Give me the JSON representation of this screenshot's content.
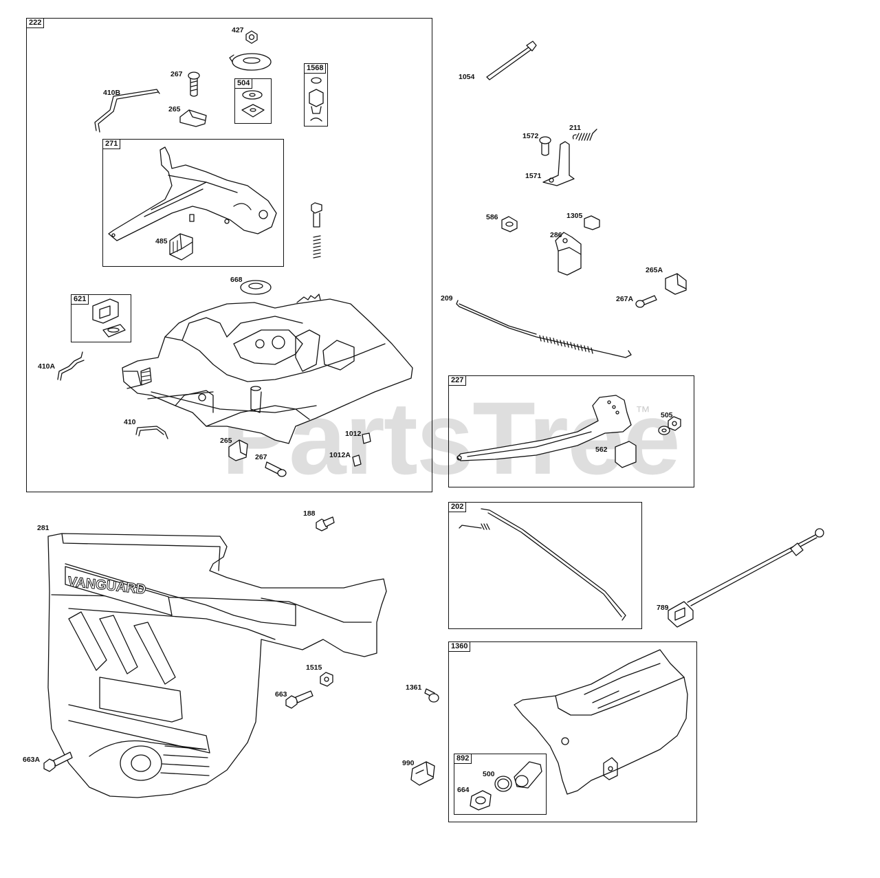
{
  "watermark": {
    "brand": "PartsTree",
    "trademark": "™"
  },
  "boxes": {
    "b222": "222",
    "b271": "271",
    "b504": "504",
    "b1568": "1568",
    "b621": "621",
    "b227": "227",
    "b202": "202",
    "b1360": "1360",
    "b892": "892"
  },
  "labels": {
    "l427": "427",
    "l267_top": "267",
    "l410B": "410B",
    "l265_top": "265",
    "l485": "485",
    "l668": "668",
    "l410A": "410A",
    "l410": "410",
    "l265_bot": "265",
    "l267_bot": "267",
    "l1012": "1012",
    "l1012A": "1012A",
    "l1054": "1054",
    "l1572": "1572",
    "l211": "211",
    "l1571": "1571",
    "l586": "586",
    "l1305": "1305",
    "l286": "286",
    "l265A": "265A",
    "l267A": "267A",
    "l209": "209",
    "l505": "505",
    "l562": "562",
    "l188": "188",
    "l281": "281",
    "l789": "789",
    "l1515": "1515",
    "l663": "663",
    "l1361": "1361",
    "l663A": "663A",
    "l990": "990",
    "l500": "500",
    "l664": "664"
  },
  "shroud_text": "VANGUARD"
}
